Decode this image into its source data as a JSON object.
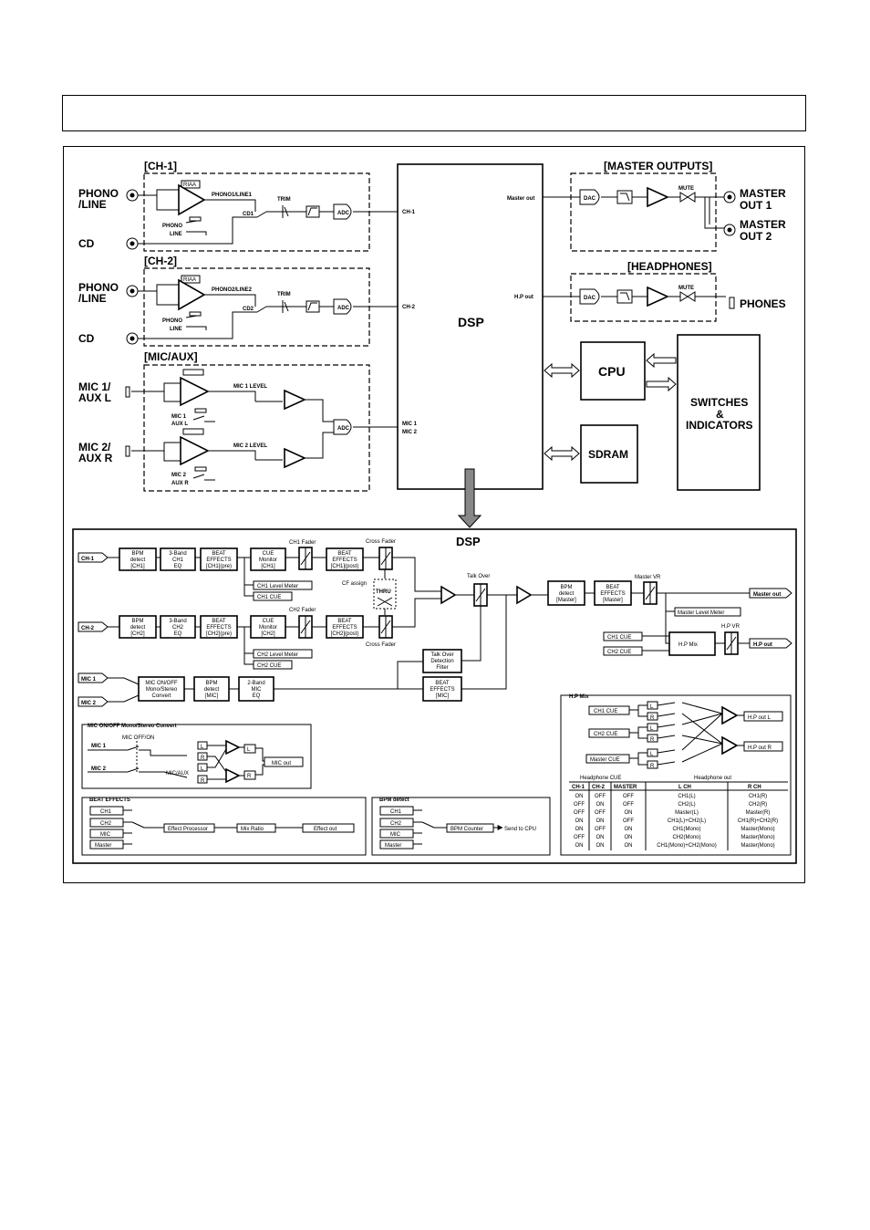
{
  "page": {
    "title": ""
  },
  "sections": {
    "ch1": "[CH-1]",
    "ch2": "[CH-2]",
    "micaux": "[MIC/AUX]",
    "master_outputs": "[MASTER OUTPUTS]",
    "headphones": "[HEADPHONES]"
  },
  "inputs": {
    "phono_line": [
      "PHONO",
      "/LINE"
    ],
    "cd": "CD",
    "mic1": [
      "MIC 1/",
      "AUX L"
    ],
    "mic2": [
      "MIC 2/",
      "AUX R"
    ]
  },
  "outputs": {
    "master1": [
      "MASTER",
      "OUT 1"
    ],
    "master2": [
      "MASTER",
      "OUT 2"
    ],
    "phones": "PHONES"
  },
  "labels": {
    "riaa": "RIAA",
    "phono1_line1": "PHONO1/LINE1",
    "phono2_line2": "PHONO2/LINE2",
    "cd1": "CD1",
    "cd2": "CD2",
    "trim": "TRIM",
    "adc": "ADC",
    "dac": "DAC",
    "phono": "PHONO",
    "line": "LINE",
    "mute": "MUTE",
    "mic1_level": "MIC 1 LEVEL",
    "mic2_level": "MIC 2 LEVEL",
    "mic1_sw": "MIC 1",
    "aux_l": "AUX L",
    "mic2_sw": "MIC 2",
    "aux_r": "AUX R",
    "dsp_ch1": "CH-1",
    "dsp_ch2": "CH-2",
    "dsp_mic1": "MIC 1",
    "dsp_mic2": "MIC 2",
    "master_out_small": "Master out",
    "hp_out_small": "H.P out",
    "dsp": "DSP",
    "cpu": "CPU",
    "sdram": "SDRAM",
    "switches": [
      "SWITCHES",
      "&",
      "INDICATORS"
    ]
  },
  "dsp_detail": {
    "title": "DSP",
    "ch1": "CH-1",
    "ch2": "CH-2",
    "mic1": "MIC 1",
    "mic2": "MIC 2",
    "bpm_ch1": [
      "BPM",
      "detect",
      "[CH1]"
    ],
    "eq_ch1": [
      "3-Band",
      "CH1",
      "EQ"
    ],
    "be_ch1_pre": [
      "BEAT",
      "EFFECTS",
      "[CH1](pre)"
    ],
    "cue_ch1": [
      "CUE",
      "Monitor",
      "[CH1]"
    ],
    "ch1_fader": "CH1 Fader",
    "be_ch1_post": [
      "BEAT",
      "EFFECTS",
      "[CH1](post)"
    ],
    "cross_fader_top": "Cross Fader",
    "ch1_level_meter": "CH1 Level Meter",
    "ch1_cue": "CH1 CUE",
    "cf_assign": "CF assign",
    "thru": "THRU",
    "bpm_ch2": [
      "BPM",
      "detect",
      "[CH2]"
    ],
    "eq_ch2": [
      "3-Band",
      "CH2",
      "EQ"
    ],
    "be_ch2_pre": [
      "BEAT",
      "EFFECTS",
      "[CH2](pre)"
    ],
    "cue_ch2": [
      "CUE",
      "Monitor",
      "[CH2]"
    ],
    "ch2_fader": "CH2 Fader",
    "be_ch2_post": [
      "BEAT",
      "EFFECTS",
      "[CH2](post)"
    ],
    "cross_fader_bottom": "Cross Fader",
    "ch2_level_meter": "CH2 Level Meter",
    "ch2_cue": "CH2 CUE",
    "talk_over": "Talk Over",
    "talk_over_filter": [
      "Talk Over",
      "Detection",
      "Filter"
    ],
    "be_mic": [
      "BEAT",
      "EFFECTS",
      "[MIC]"
    ],
    "mic_conv": [
      "MIC ON/OFF",
      "Mono/Stereo",
      "Convert"
    ],
    "bpm_mic": [
      "BPM",
      "detect",
      "[MIC]"
    ],
    "eq_mic": [
      "2-Band",
      "MIC",
      "EQ"
    ],
    "bpm_master": [
      "BPM",
      "detect",
      "[Master]"
    ],
    "be_master": [
      "BEAT",
      "EFFECTS",
      "[Master]"
    ],
    "master_vr": "Master VR",
    "master_out": "Master out",
    "master_level_meter": "Master Level Meter",
    "in_ch1_cue": "CH1 CUE",
    "in_ch2_cue": "CH2 CUE",
    "hp_mix": "H.P Mix",
    "hp_vr": "H.P VR",
    "hp_out": "H.P out"
  },
  "mic_convert": {
    "title": "MIC ON/OFF Mono/Stereo Convert",
    "mic_off_on": "MIC OFF/ON",
    "mic1": "MIC 1",
    "mic2": "MIC 2",
    "mic_aux": "MIC/AUX",
    "l": "L",
    "r": "R",
    "mic_out": "MIC out"
  },
  "beat_effects": {
    "title": "BEAT EFFECTS",
    "inputs": [
      "CH1",
      "CH2",
      "MIC",
      "Master"
    ],
    "effect_processor": "Effect Processor",
    "mix_ratio": "Mix Ratio",
    "effect_out": "Effect out"
  },
  "bpm_detect": {
    "title": "BPM detect",
    "inputs": [
      "CH1",
      "CH2",
      "MIC",
      "Master"
    ],
    "bpm_counter": "BPM Counter",
    "send_to_cpu": "Send to CPU"
  },
  "hp_mix_detail": {
    "title": "H.P Mix",
    "inputs": [
      "CH1 CUE",
      "CH2 CUE",
      "Master CUE"
    ],
    "l": "L",
    "r": "R",
    "out_l": "H.P out L",
    "out_r": "H.P out R"
  },
  "hp_table": {
    "group_cue": "Headphone CUE",
    "group_out": "Headphone out",
    "headers": [
      "CH-1",
      "CH-2",
      "MASTER",
      "L CH",
      "R CH"
    ],
    "rows": [
      [
        "ON",
        "OFF",
        "OFF",
        "CH1(L)",
        "CH1(R)"
      ],
      [
        "OFF",
        "ON",
        "OFF",
        "CH2(L)",
        "CH2(R)"
      ],
      [
        "OFF",
        "OFF",
        "ON",
        "Master(L)",
        "Master(R)"
      ],
      [
        "ON",
        "ON",
        "OFF",
        "CH1(L)+CH2(L)",
        "CH1(R)+CH2(R)"
      ],
      [
        "ON",
        "OFF",
        "ON",
        "CH1(Mono)",
        "Master(Mono)"
      ],
      [
        "OFF",
        "ON",
        "ON",
        "CH2(Mono)",
        "Master(Mono)"
      ],
      [
        "ON",
        "ON",
        "ON",
        "CH1(Mono)+CH2(Mono)",
        "Master(Mono)"
      ]
    ]
  }
}
